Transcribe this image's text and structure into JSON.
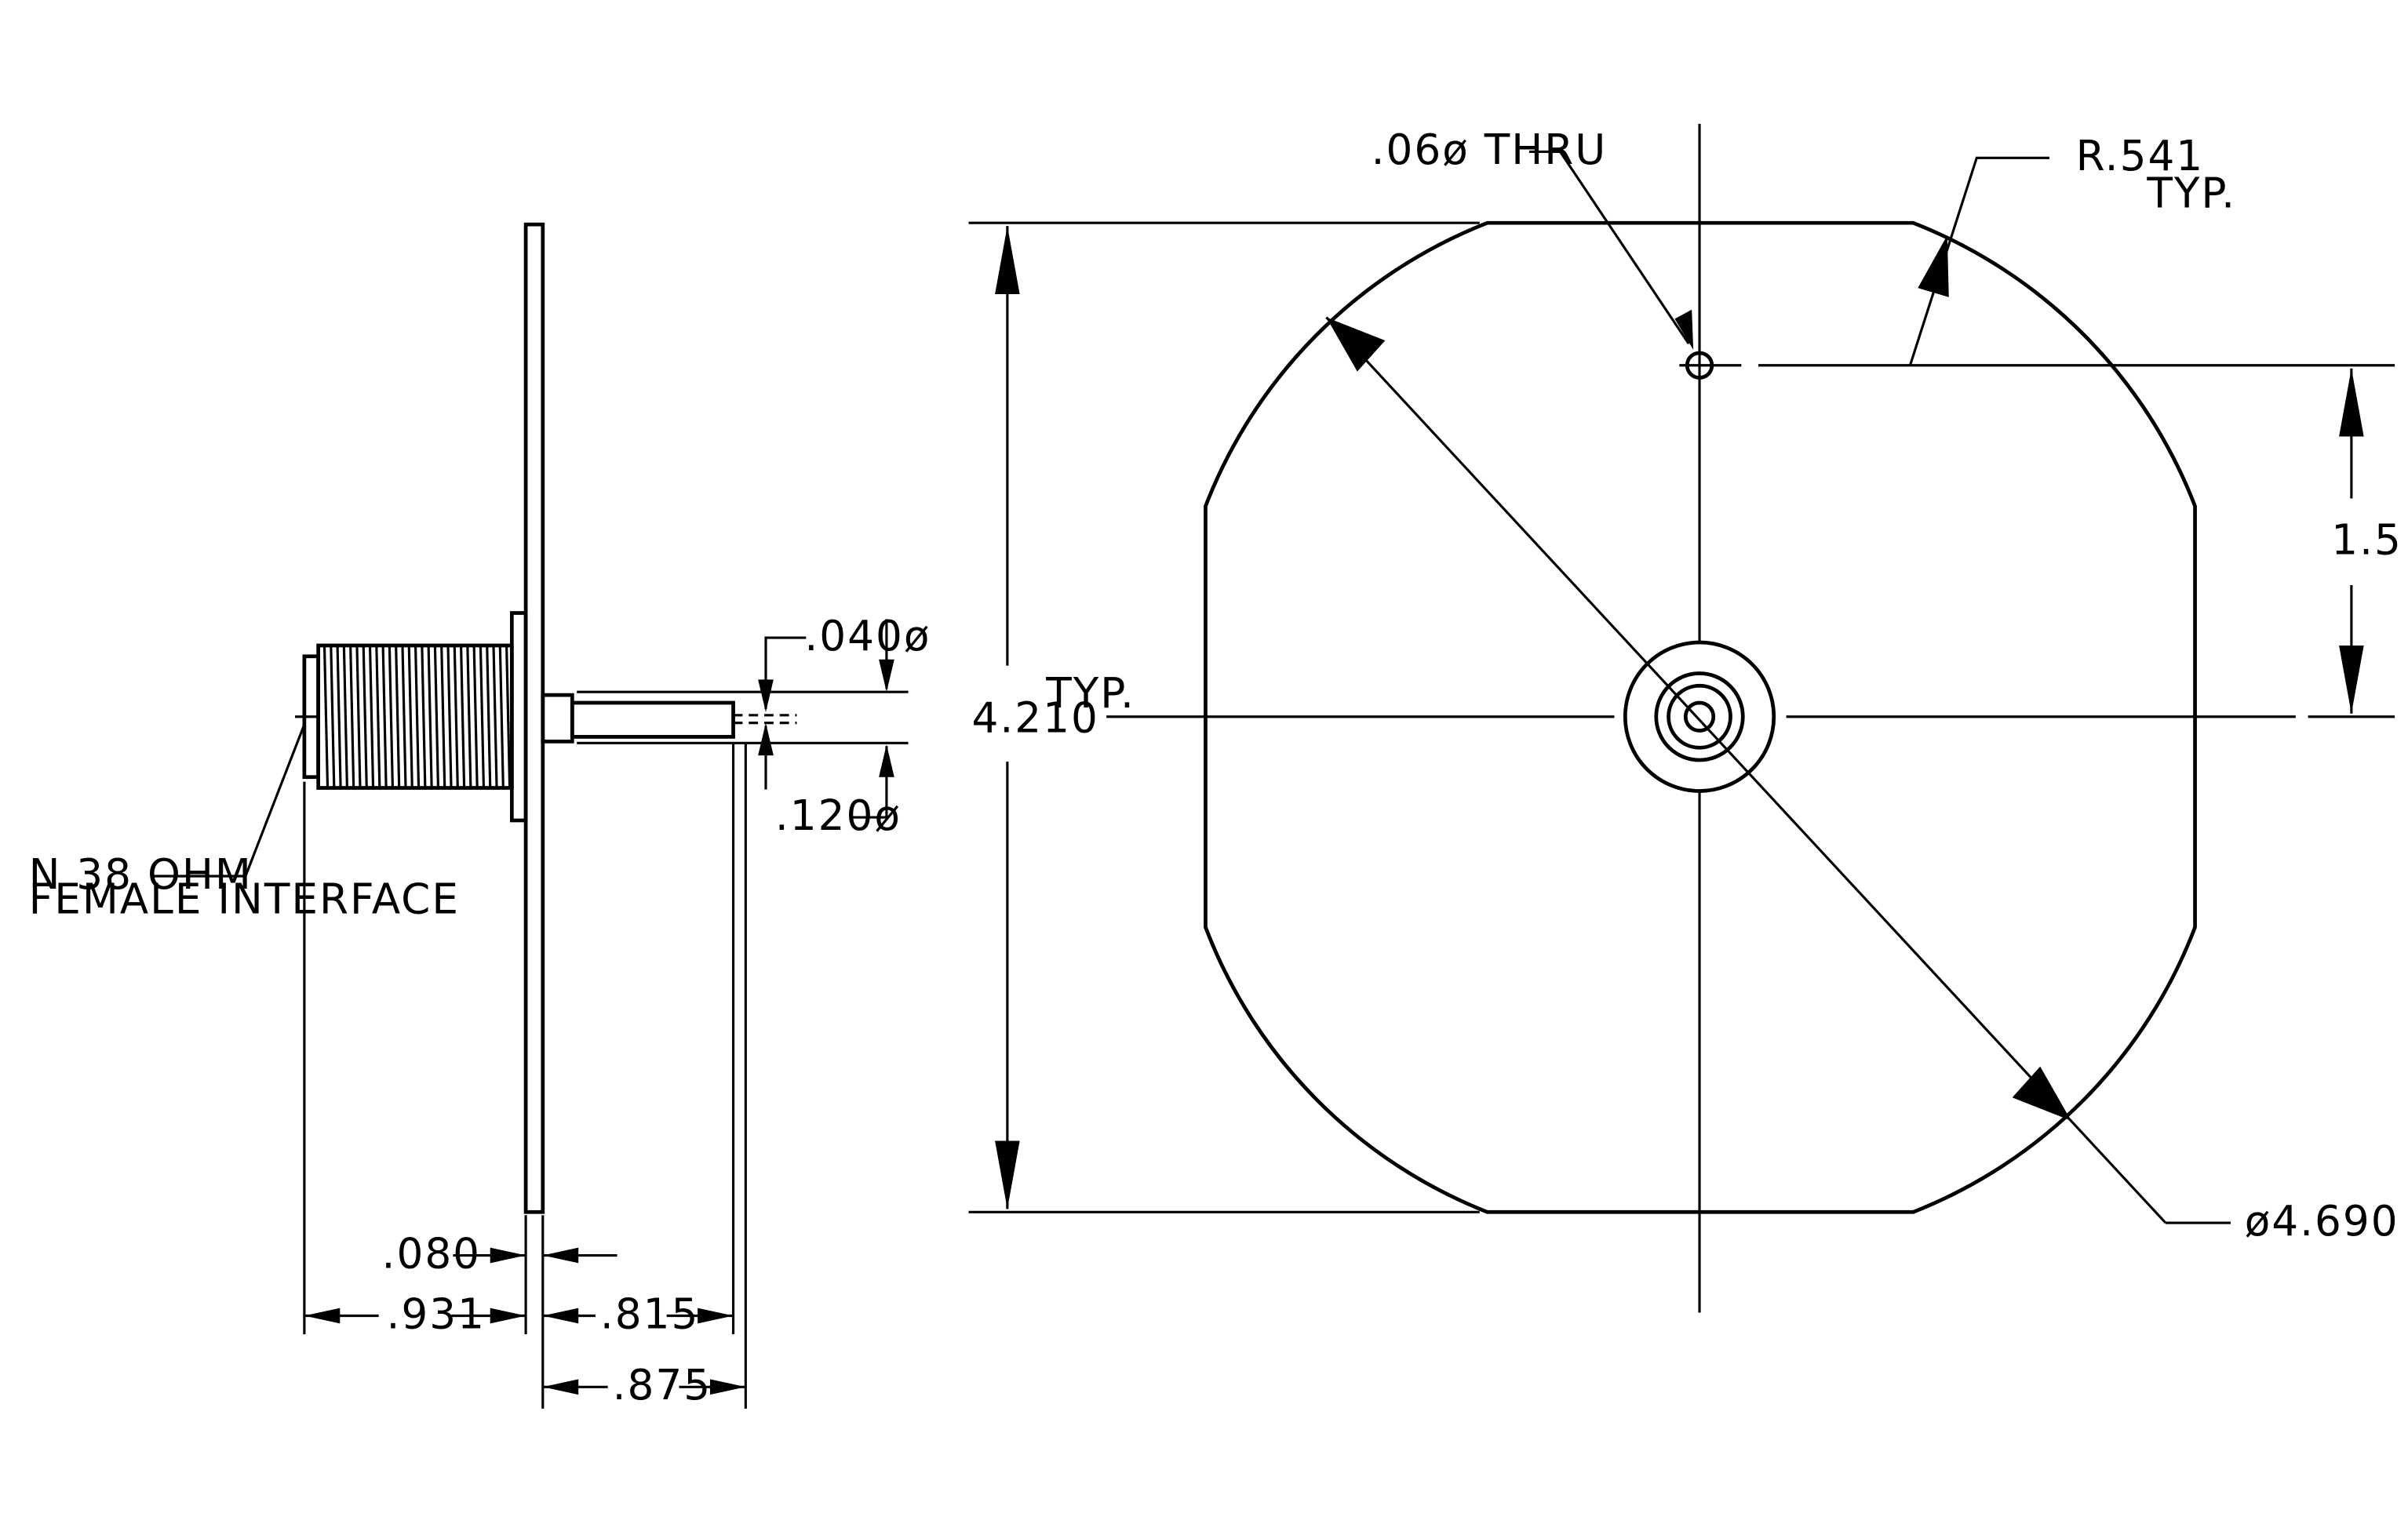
{
  "side_view": {
    "interface_label_line1": "N 38 OHM",
    "interface_label_line2": "FEMALE INTERFACE",
    "dim_flange_thickness": ".080",
    "dim_connector_length": ".931",
    "dim_pin_length": ".815",
    "dim_tail_length": ".875",
    "dim_pin_diameter": ".040ø",
    "dim_tail_diameter": ".120ø"
  },
  "front_view": {
    "hole_label": ".06ø THRU",
    "radius_label": "R.541",
    "radius_typ": "TYP.",
    "height_dim": "4.210",
    "height_typ": "TYP.",
    "hole_offset_dim": "1.5",
    "diagonal_dim": "ø4.690"
  },
  "colors": {
    "line": "#000000",
    "background": "#ffffff"
  }
}
